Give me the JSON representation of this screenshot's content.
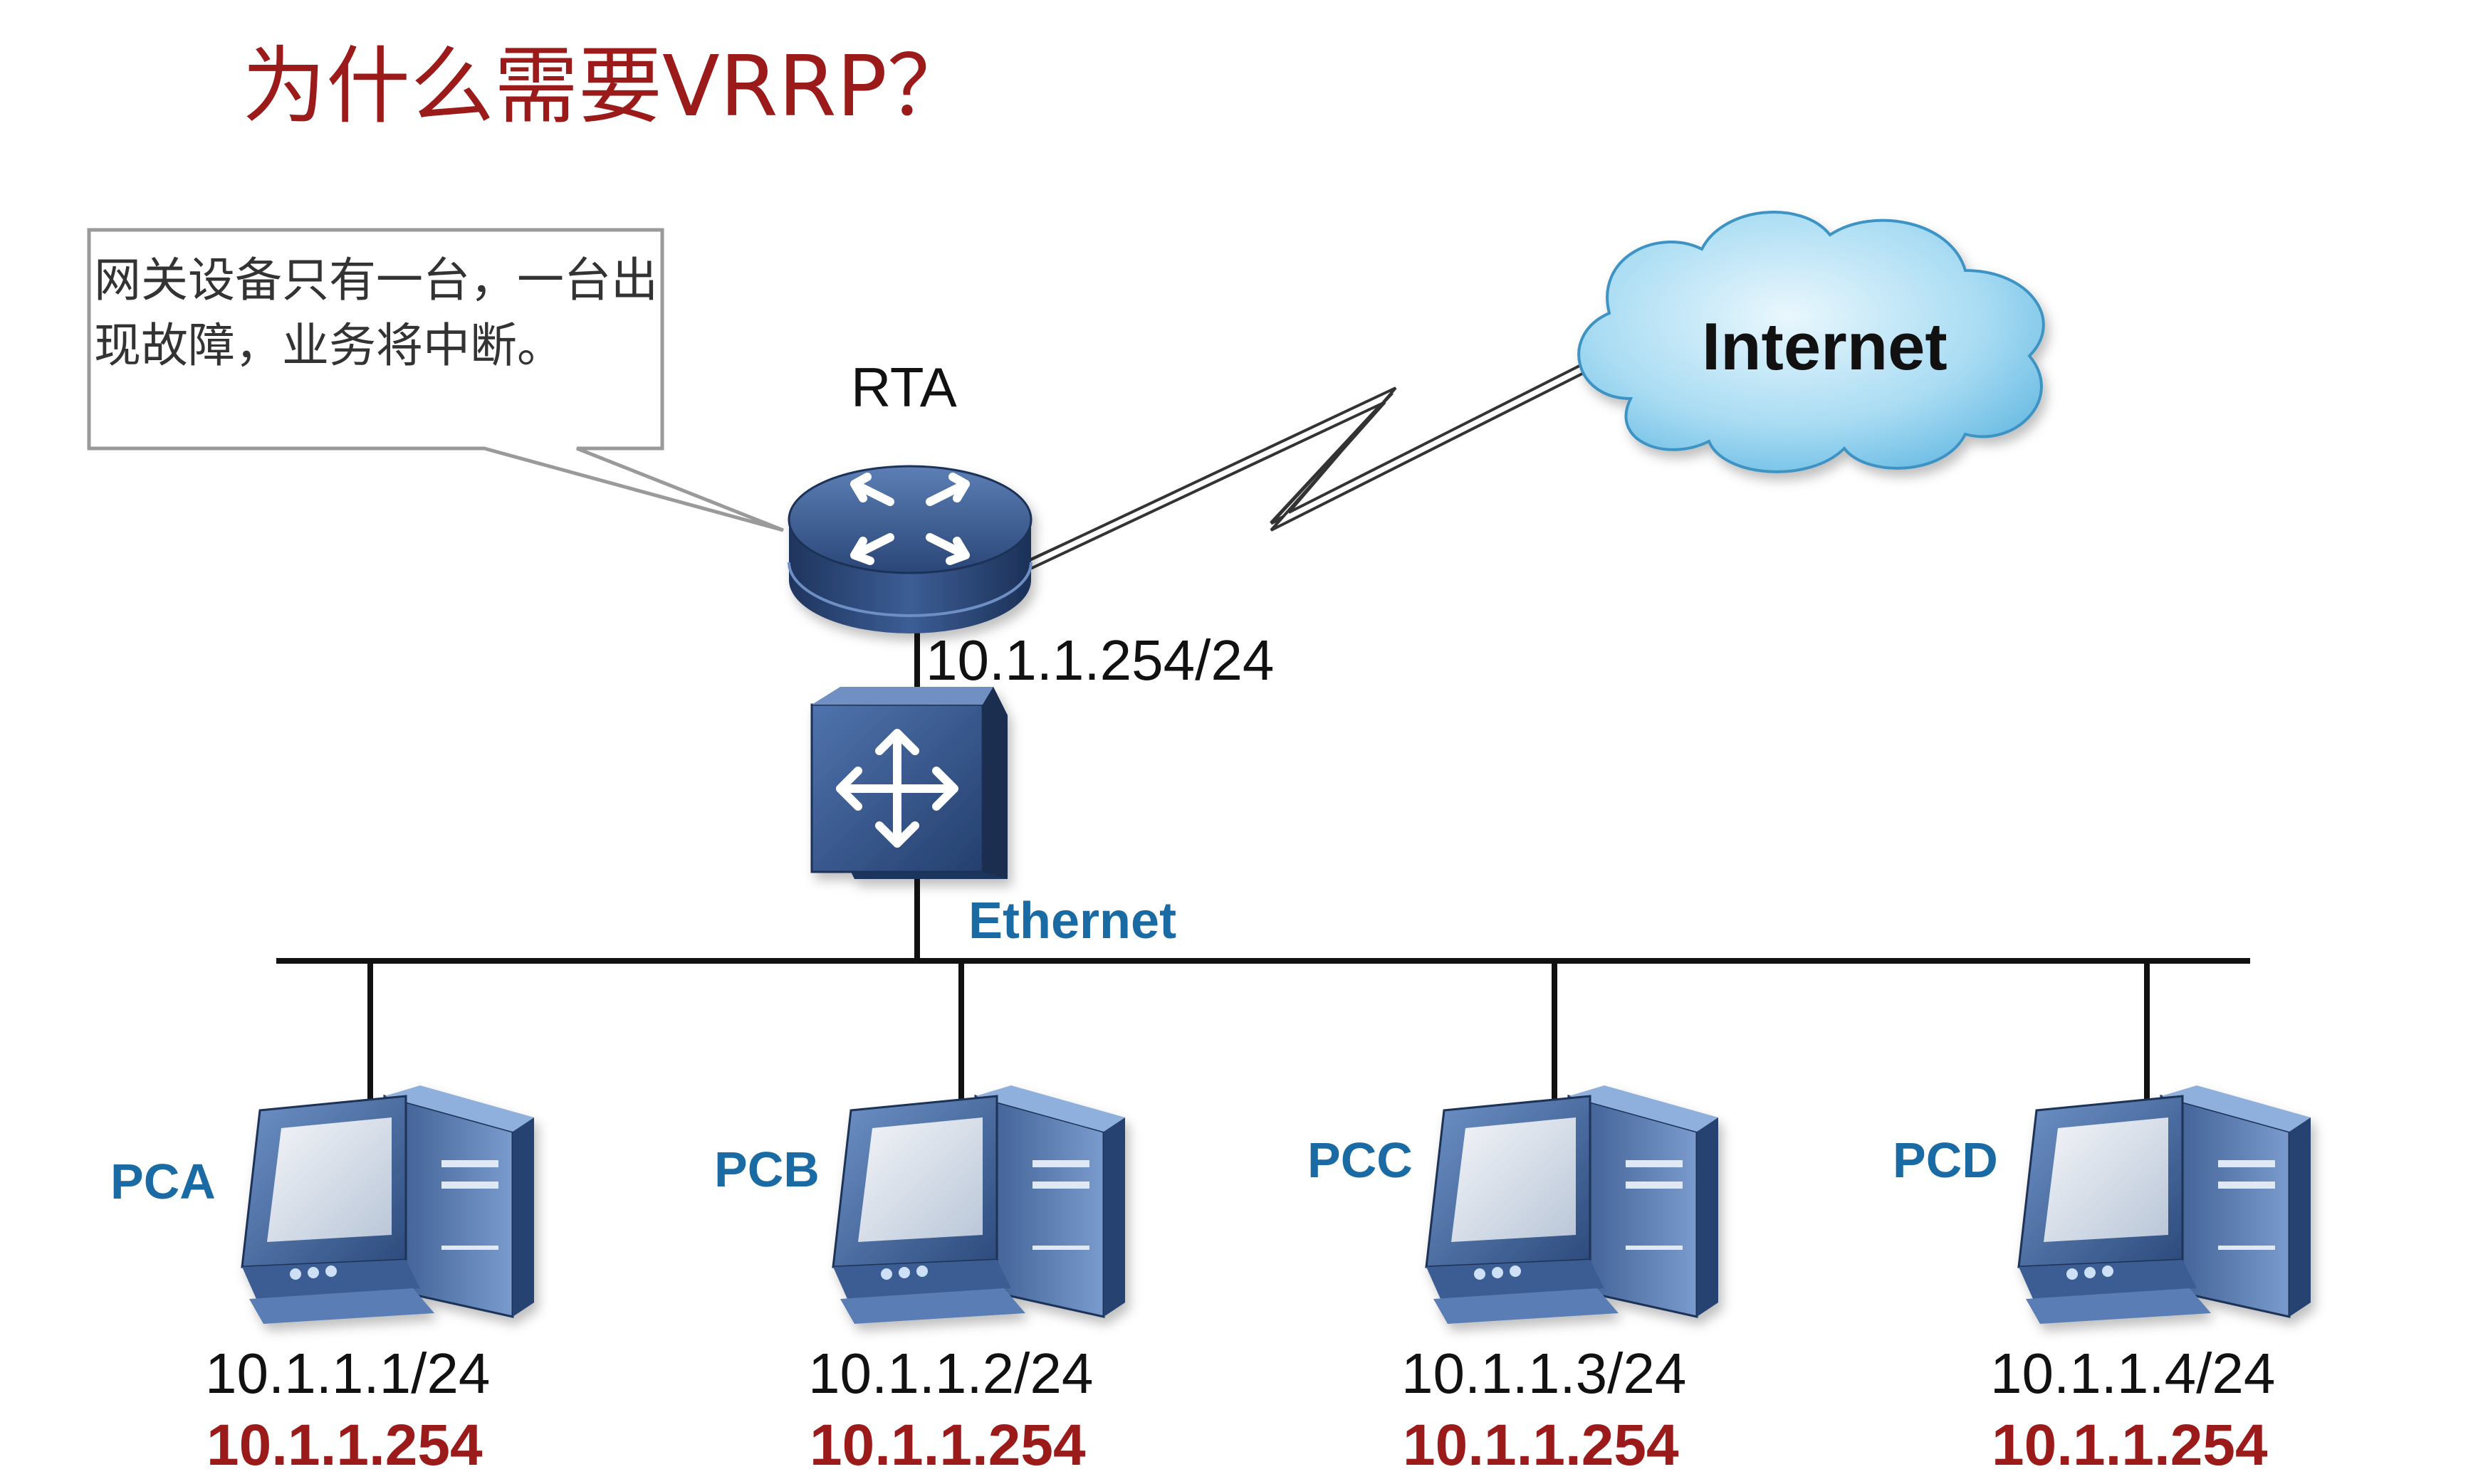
{
  "title": "为什么需要VRRP？",
  "callout": "网关设备只有一台，一台出现故障，业务将中断。",
  "router": {
    "label": "RTA",
    "ip": "10.1.1.254/24"
  },
  "cloud": {
    "label": "Internet"
  },
  "network": {
    "label": "Ethernet"
  },
  "pcs": [
    {
      "name": "PCA",
      "ip": "10.1.1.1/24",
      "gateway": "10.1.1.254"
    },
    {
      "name": "PCB",
      "ip": "10.1.1.2/24",
      "gateway": "10.1.1.254"
    },
    {
      "name": "PCC",
      "ip": "10.1.1.3/24",
      "gateway": "10.1.1.254"
    },
    {
      "name": "PCD",
      "ip": "10.1.1.4/24",
      "gateway": "10.1.1.254"
    }
  ],
  "colors": {
    "title": "#9b1b1b",
    "label_blue": "#1a6aa3",
    "gateway_red": "#9b1b1b",
    "device_blue": "#2f4d7e"
  }
}
